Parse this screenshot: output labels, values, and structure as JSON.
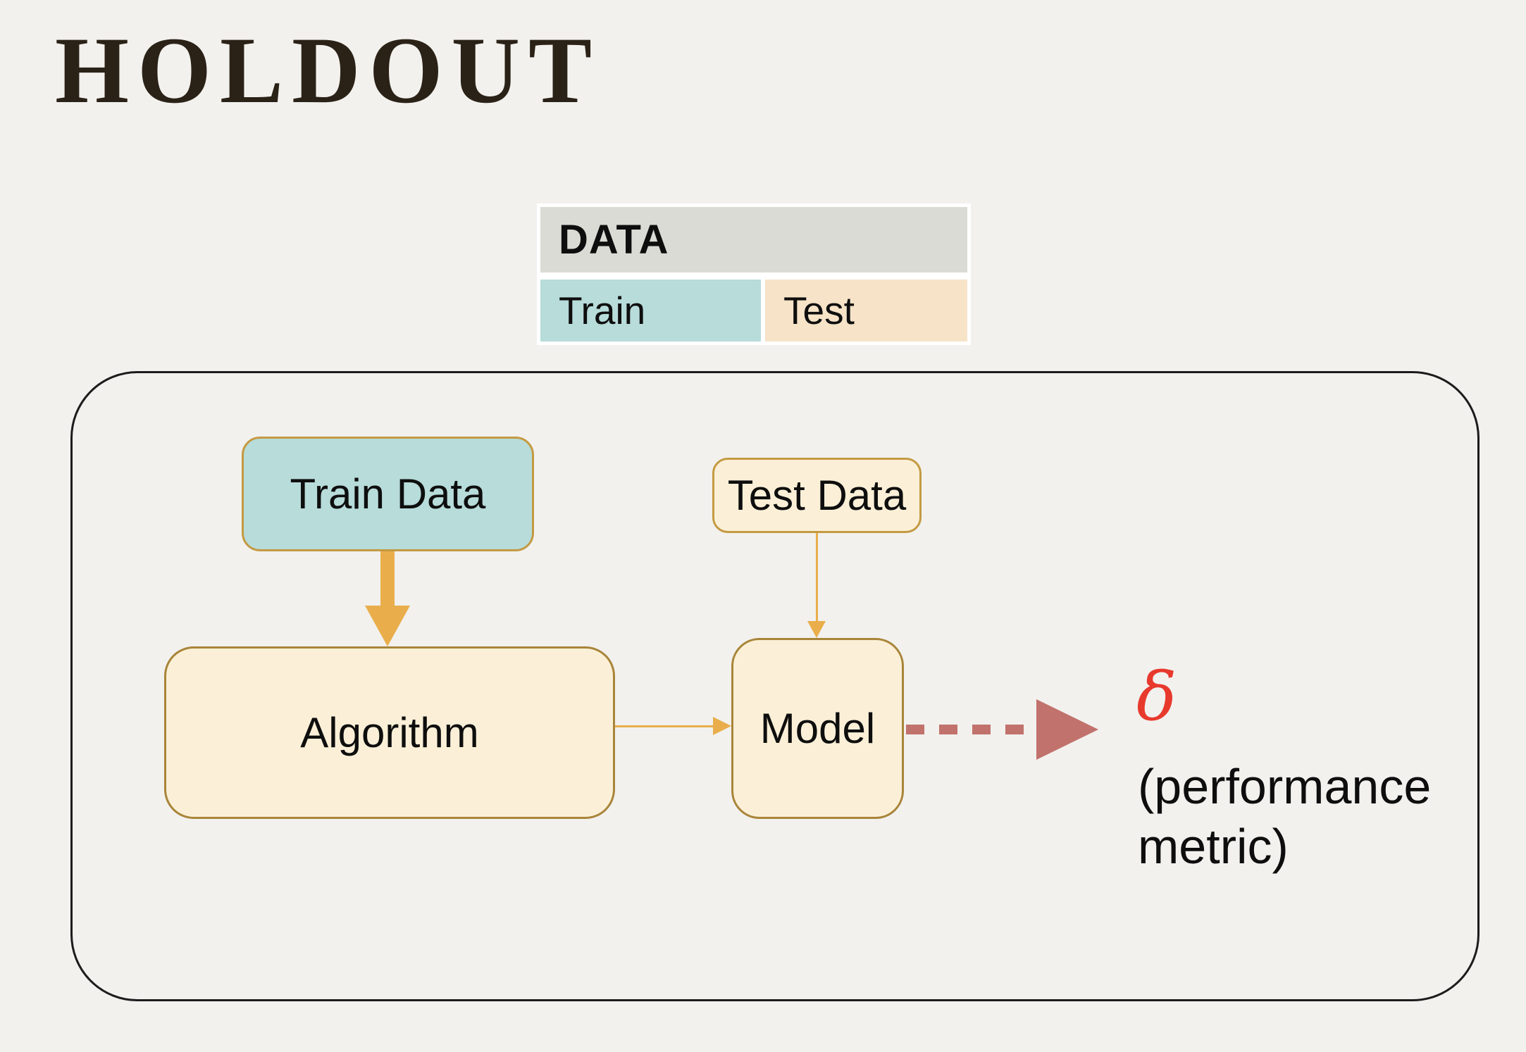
{
  "title": "HOLDOUT",
  "data_table": {
    "header": "DATA",
    "cells": [
      {
        "label": "Train",
        "fill": "#B7DCDA"
      },
      {
        "label": "Test",
        "fill": "#F6E3C8"
      }
    ]
  },
  "diagram": {
    "nodes": {
      "train_data": "Train Data",
      "test_data": "Test Data",
      "algorithm": "Algorithm",
      "model": "Model"
    },
    "edges": [
      {
        "from": "Train Data",
        "to": "Algorithm",
        "style": "thick-solid",
        "color": "#E9AE4B"
      },
      {
        "from": "Test Data",
        "to": "Model",
        "style": "thin-solid",
        "color": "#E9AE4B"
      },
      {
        "from": "Algorithm",
        "to": "Model",
        "style": "thin-solid",
        "color": "#E9AE4B"
      },
      {
        "from": "Model",
        "to": "δ",
        "style": "dashed",
        "color": "#C1726C"
      }
    ],
    "output": {
      "symbol": "δ",
      "caption": "(performance metric)"
    }
  },
  "colors": {
    "page-bg": "#F2F1EE",
    "title-text": "#2B2217",
    "table-header-bg": "#DBDBD6",
    "train-fill": "#B7DCDA",
    "test-fill": "#F6E3C8",
    "cream-fill": "#FBF0D7",
    "gold-border": "#C49A42",
    "gold-border-dark": "#A9853A",
    "arrow-gold": "#E9AE4B",
    "dashed-rose": "#C1726C",
    "delta-red": "#E8392D",
    "container-border": "#1C1C1C",
    "text": "#0E0E0E"
  }
}
